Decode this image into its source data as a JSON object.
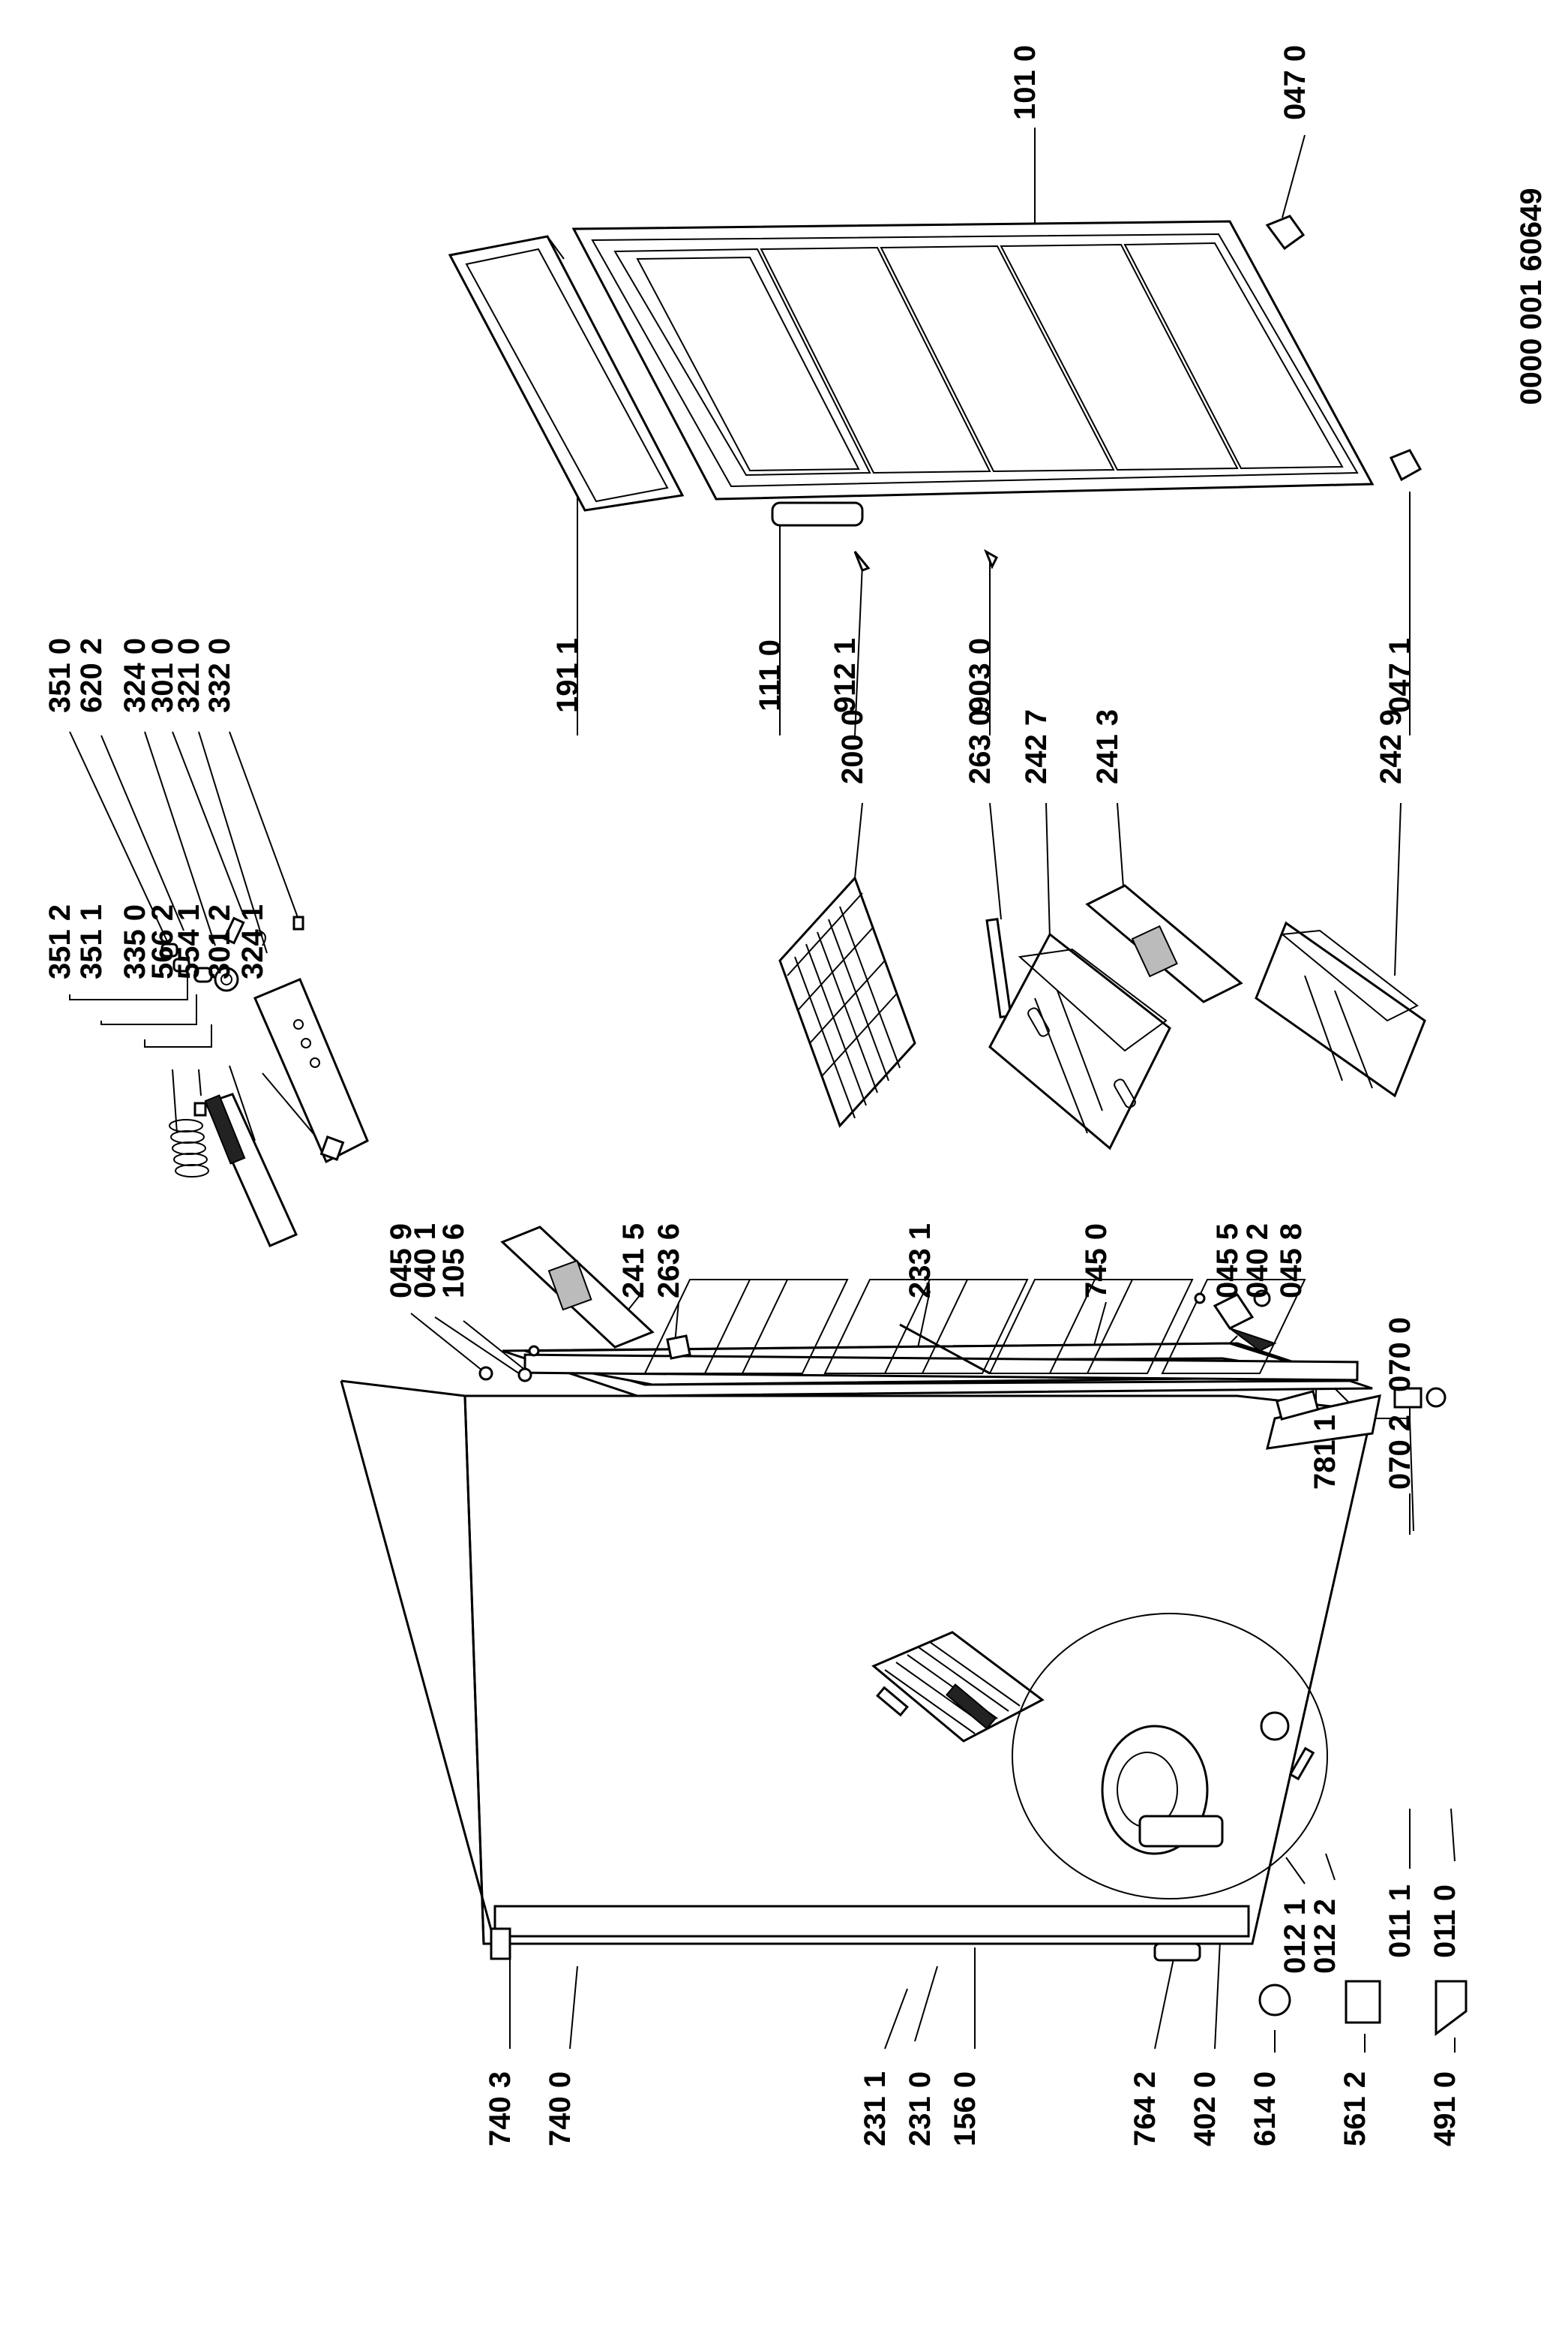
{
  "document_code": "0000 001 60649",
  "labels": {
    "l_3512": "351 2",
    "l_3511": "351 1",
    "l_3350": "335 0",
    "l_5662": "566 2",
    "l_5541": "554 1",
    "l_3012": "301 2",
    "l_3241": "324 1",
    "l_3510": "351 0",
    "l_6202": "620 2",
    "l_3240": "324 0",
    "l_3010": "301 0",
    "l_3210": "321 0",
    "l_3320": "332 0",
    "l_1911": "191 1",
    "l_1110": "111 0",
    "l_9121": "912 1",
    "l_9030": "903 0",
    "l_0471": "047 1",
    "l_1010": "101 0",
    "l_0470": "047 0",
    "l_2000": "200 0",
    "l_2630": "263 0",
    "l_2427": "242 7",
    "l_2413": "241 3",
    "l_2429": "242 9",
    "l_0459": "045 9",
    "l_0401": "040 1",
    "l_1056": "105 6",
    "l_2415": "241 5",
    "l_2636": "263 6",
    "l_2331": "233 1",
    "l_7450": "745 0",
    "l_0455": "045 5",
    "l_0402": "040 2",
    "l_0458": "045 8",
    "l_7811": "781 1",
    "l_0700": "070 0",
    "l_0702": "070 2",
    "l_7403": "740 3",
    "l_7400": "740 0",
    "l_2311": "231 1",
    "l_2310": "231 0",
    "l_1560": "156 0",
    "l_7642": "764 2",
    "l_4020": "402 0",
    "l_6140": "614 0",
    "l_5612": "561 2",
    "l_4910": "491 0",
    "l_0121": "012 1",
    "l_0122": "012 2",
    "l_0111": "011 1",
    "l_0110": "011 0"
  }
}
